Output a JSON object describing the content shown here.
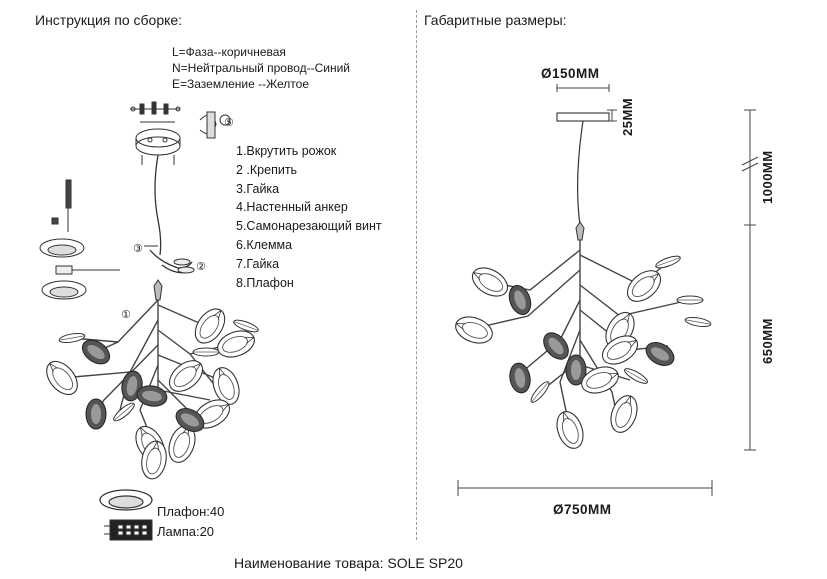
{
  "assembly_title": "Инструкция по сборке:",
  "dimensions_title": "Габаритные размеры:",
  "wiring_legend": [
    "L=Фаза--коричневая",
    "N=Нейтральный провод--Синий",
    "E=Заземление --Желтое"
  ],
  "steps": [
    "1.Вкрутить рожок",
    "2 .Крепить",
    "3.Гайка",
    "4.Настенный анкер",
    "5.Самонарезающий винт",
    "6.Клемма",
    "7.Гайка",
    "8.Плафон"
  ],
  "dimensions": {
    "canopy_diameter": "Ø150MM",
    "canopy_height": "25MM",
    "cable_length": "1000MM",
    "body_height": "650MM",
    "total_diameter": "Ø750MM"
  },
  "parts": {
    "shade_count": "Плафон:40",
    "lamp_count": "Лампа:20"
  },
  "callouts": [
    "①",
    "②",
    "③",
    "⑤"
  ],
  "product_name": "Наименование товара: SOLE SP20"
}
